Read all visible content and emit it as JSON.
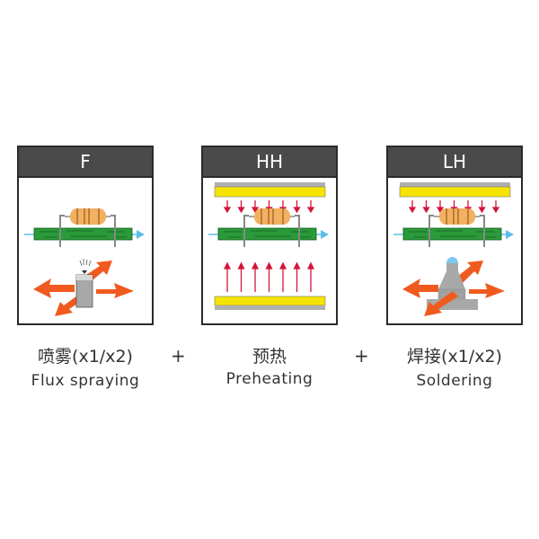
{
  "steps": [
    {
      "code": "F",
      "title_cn": "喷雾(x1/x2)",
      "title_en": "Flux spraying"
    },
    {
      "code": "HH",
      "title_cn": "预热",
      "title_en": "Preheating"
    },
    {
      "code": "LH",
      "title_cn": "焊接(x1/x2)",
      "title_en": "Soldering"
    }
  ],
  "separator": "+",
  "colors": {
    "header": "#4a4a4a",
    "board": "#2a9a3a",
    "resistor": "#f2b061",
    "heater": "#f5e400",
    "heat_arrow": "#d4143a",
    "flow_arrow": "#5bbde8",
    "spray_arrow": "#f05a1e",
    "nozzle": "#a8a8a8"
  }
}
